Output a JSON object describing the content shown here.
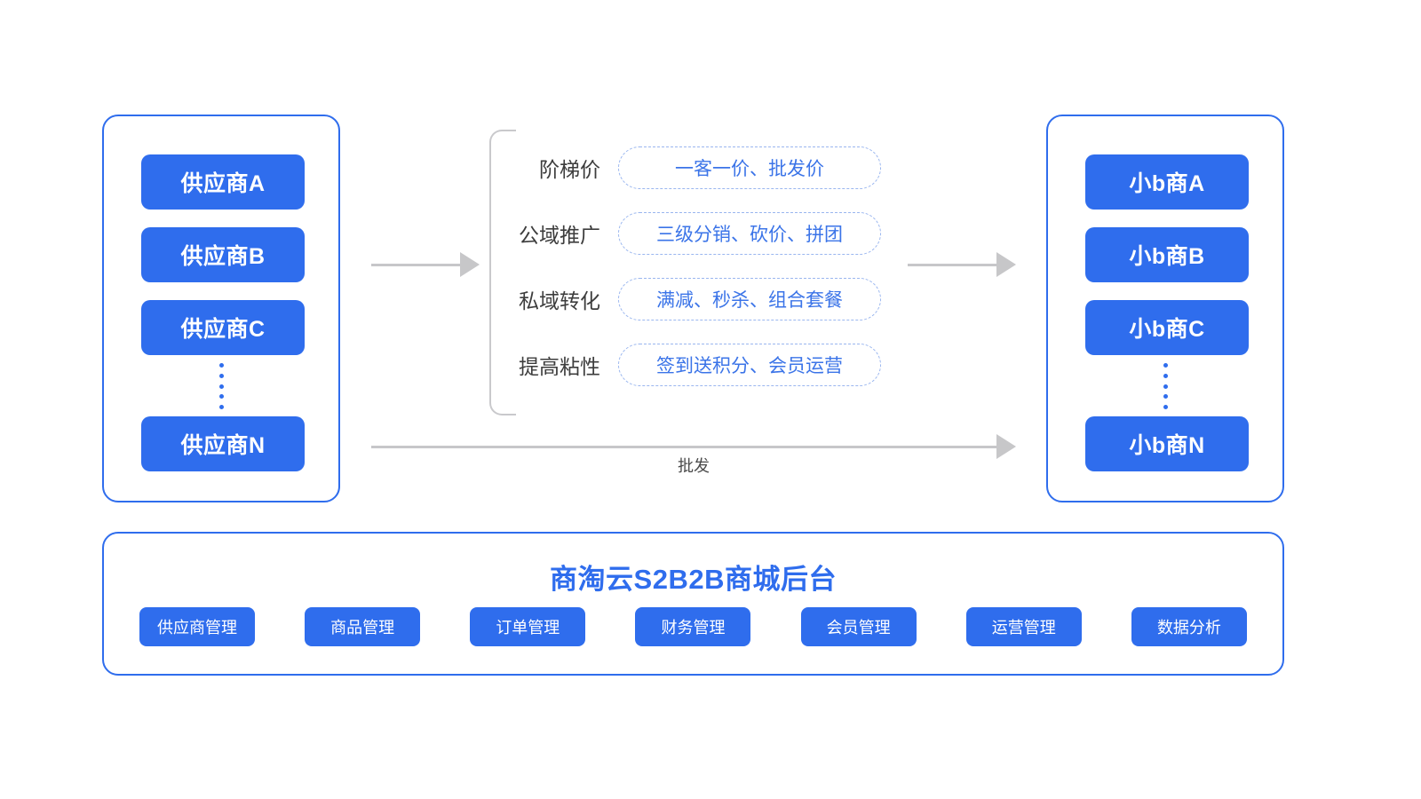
{
  "colors": {
    "brand_blue": "#2f6ded",
    "tag_text_blue": "#3b74e8",
    "tag_border_blue": "#9ab6ef",
    "arrow_gray": "#c7c7c9",
    "bracket_gray": "#c9c9cc",
    "label_gray": "#3d3d3d",
    "background": "#ffffff"
  },
  "suppliers": {
    "items": [
      {
        "label": "供应商A"
      },
      {
        "label": "供应商B"
      },
      {
        "label": "供应商C"
      },
      {
        "label": "供应商N"
      }
    ],
    "ellipsis": "⋮"
  },
  "buyers": {
    "items": [
      {
        "label": "小b商A"
      },
      {
        "label": "小b商B"
      },
      {
        "label": "小b商C"
      },
      {
        "label": "小b商N"
      }
    ],
    "ellipsis": "⋮"
  },
  "features": [
    {
      "label": "阶梯价",
      "tag": "一客一价、批发价"
    },
    {
      "label": "公域推广",
      "tag": "三级分销、砍价、拼团"
    },
    {
      "label": "私域转化",
      "tag": "满减、秒杀、组合套餐"
    },
    {
      "label": "提高粘性",
      "tag": "签到送积分、会员运营"
    }
  ],
  "arrows": {
    "left_to_mid": "",
    "mid_to_right": "",
    "wholesale_label": "批发"
  },
  "backend": {
    "title": "商淘云S2B2B商城后台",
    "buttons": [
      {
        "label": "供应商管理"
      },
      {
        "label": "商品管理"
      },
      {
        "label": "订单管理"
      },
      {
        "label": "财务管理"
      },
      {
        "label": "会员管理"
      },
      {
        "label": "运营管理"
      },
      {
        "label": "数据分析"
      }
    ]
  }
}
